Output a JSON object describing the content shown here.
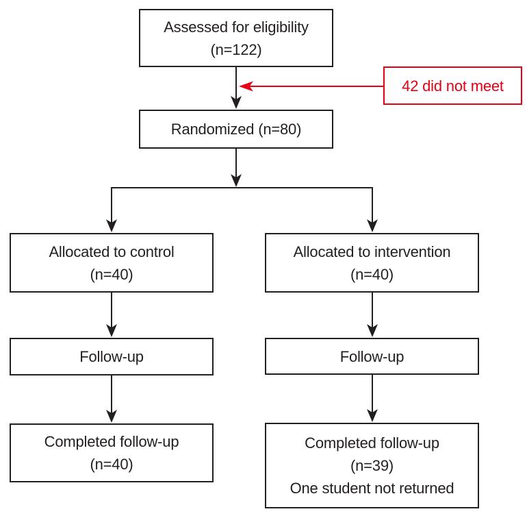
{
  "colors": {
    "line_color": "#231f20",
    "text_color": "#231f20",
    "accent_red": "#e60012",
    "background": "#ffffff"
  },
  "nodes": {
    "assessed": {
      "lines": [
        "Assessed for eligibility",
        "(n=122)"
      ]
    },
    "excluded": {
      "lines": [
        "42 did not meet"
      ]
    },
    "randomized": {
      "lines": [
        "Randomized (n=80)"
      ]
    },
    "allocated_control": {
      "lines": [
        "Allocated to control",
        "(n=40)"
      ]
    },
    "allocated_intervention": {
      "lines": [
        "Allocated to intervention",
        "(n=40)"
      ]
    },
    "followup_control": {
      "lines": [
        "Follow-up"
      ]
    },
    "followup_intervention": {
      "lines": [
        "Follow-up"
      ]
    },
    "completed_control": {
      "lines": [
        "Completed follow-up",
        "(n=40)"
      ]
    },
    "completed_intervention": {
      "lines": [
        "Completed follow-up",
        "(n=39)",
        "One student not returned"
      ]
    }
  }
}
